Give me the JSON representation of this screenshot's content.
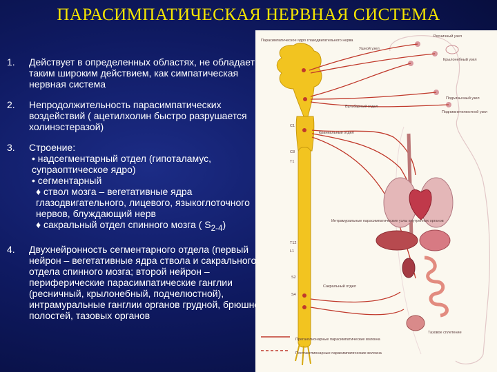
{
  "slide": {
    "title": "ПАРАСИМПАТИЧЕСКАЯ НЕРВНАЯ СИСТЕМА",
    "items": [
      {
        "num": "1.",
        "text": "Действует в определенных областях, не обладает таким широким действием, как симпатическая нервная система"
      },
      {
        "num": "2.",
        "text": "Непродолжительность парасимпатических воздействий ( ацетилхолин быстро разрушается холинэстеразой)"
      },
      {
        "num": "3.",
        "lines": [
          "Строение:",
          "• надсегментарный отдел (гипоталамус, супраоптическое ядро)",
          "• сегментарный",
          "♦ ствол мозга – вегетативные ядра глазодвигательного, лицевого, языкоглоточного нервов, блуждающий нерв",
          "♦ сакральный отдел спинного мозга ( S",
          "2-4",
          ")"
        ]
      },
      {
        "num": "4.",
        "text": "Двухнейронность сегментарного отдела (первый нейрон – вегетативные ядра ствола и сакрального отдела спинного мозга; второй нейрон – периферические парасимпатические ганглии (ресничный, крылонебный, подчелюстной), интрамуральные ганглии органов грудной, брюшной полостей, тазовых органов"
      }
    ]
  },
  "figure": {
    "labels": [
      "Парасимпатическое ядро глазодвигательного нерва",
      "Ресничный узел",
      "Ушной узел",
      "Крылонебный узел",
      "Поднижнечелюстной узел",
      "Подъязычный узел",
      "Бульбарный отдел",
      "Краниальный отдел",
      "Интрамуральные парасимпатические узлы внутренних органов",
      "Сакральный отдел",
      "Тазовое сплетение",
      "Преганглионарные парасимпатические волокна",
      "Постганглионарные парасимпатические волокна"
    ],
    "spine_labels": [
      "C1",
      "C8",
      "T1",
      "T12",
      "L1",
      "S2",
      "S4"
    ]
  }
}
